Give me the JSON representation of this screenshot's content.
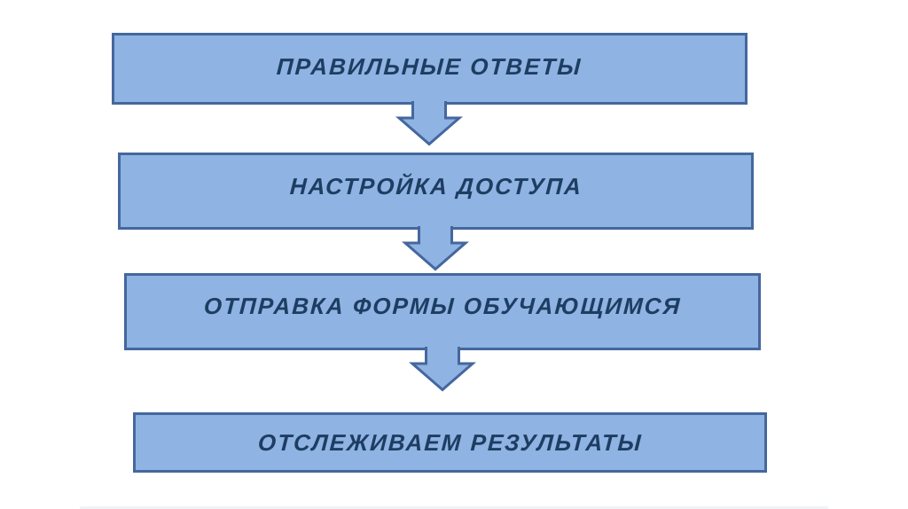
{
  "canvas": {
    "background": "#ffffff"
  },
  "colors": {
    "box_fill": "#8fb3e2",
    "box_border": "#44679e",
    "text": "#1d3d62"
  },
  "diagram": {
    "type": "flow",
    "direction": "vertical",
    "connector_icon": "down-arrow-icon",
    "steps": [
      {
        "label": "ПРАВИЛЬНЫЕ ОТВЕТЫ"
      },
      {
        "label": "НАСТРОЙКА ДОСТУПА"
      },
      {
        "label": "ОТПРАВКА ФОРМЫ ОБУЧАЮЩИМСЯ"
      },
      {
        "label": "ОТСЛЕЖИВАЕМ РЕЗУЛЬТАТЫ"
      }
    ]
  }
}
